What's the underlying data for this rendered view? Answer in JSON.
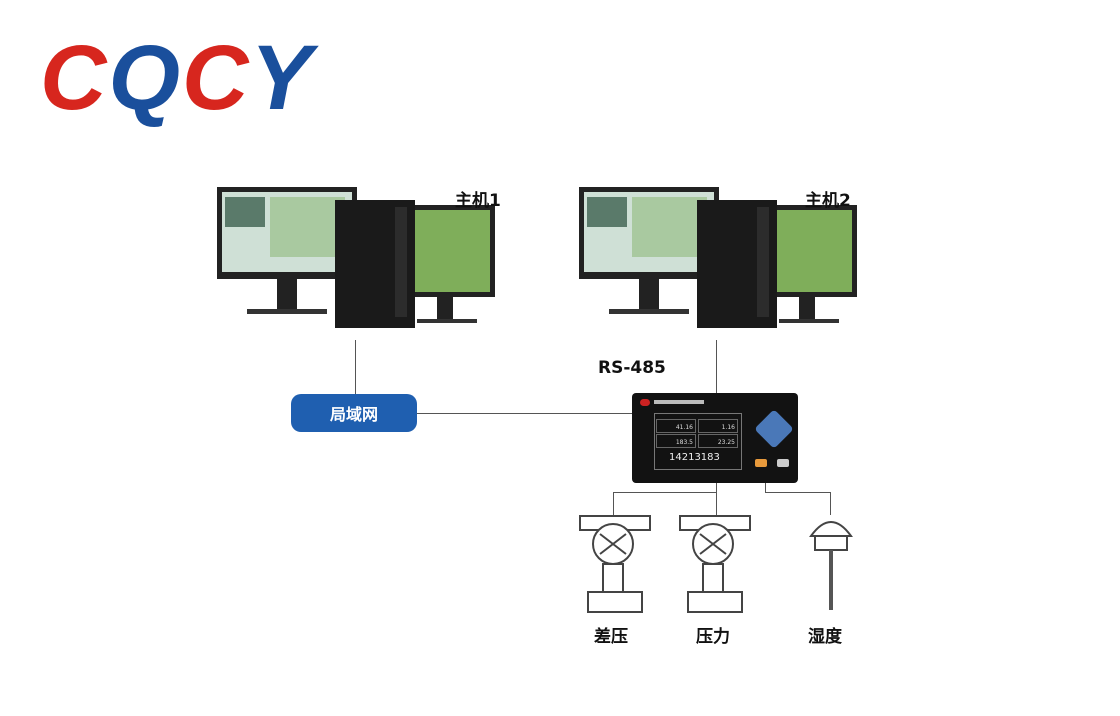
{
  "logo": {
    "letters": [
      "C",
      "Q",
      "C",
      "Y"
    ],
    "colors": [
      "#d7261e",
      "#1a4f9c",
      "#d7261e",
      "#1a4f9c"
    ]
  },
  "hosts": [
    {
      "label": "主机1"
    },
    {
      "label": "主机2"
    }
  ],
  "network": {
    "lan_label": "局域网",
    "bus_label": "RS-485",
    "lan_color": "#1f5fb0"
  },
  "device": {
    "readings": [
      "41.16",
      "1.16",
      "183.5",
      "23.25"
    ],
    "total": "14213183"
  },
  "sensors": [
    {
      "label": "差压"
    },
    {
      "label": "压力"
    },
    {
      "label": "湿度"
    }
  ]
}
